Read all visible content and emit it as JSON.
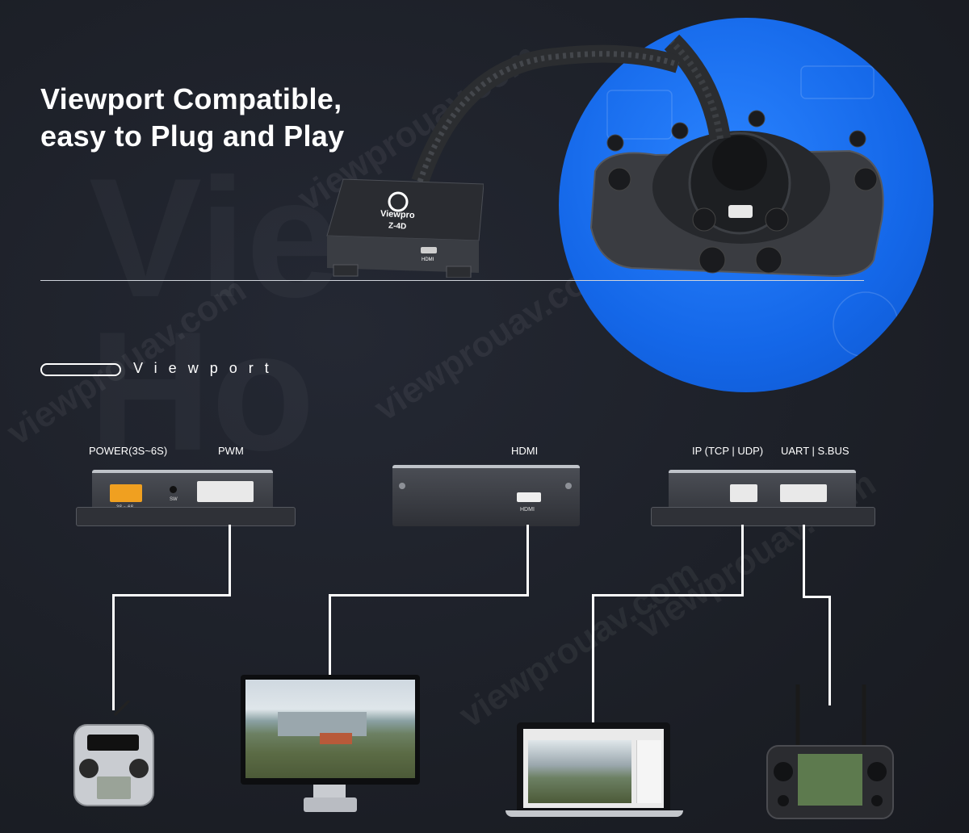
{
  "headline": {
    "line1": "Viewport Compatible,",
    "line2": "easy to Plug and Play"
  },
  "brand": "Viewport",
  "device": {
    "brand": "Viewpro",
    "model": "Z-4D",
    "port_label": "HDMI"
  },
  "ports": {
    "power": "POWER(3S~6S)",
    "pwm": "PWM",
    "hdmi": "HDMI",
    "ip": "IP (TCP | UDP)",
    "uart": "UART | S.BUS"
  },
  "panel_marks": {
    "power_pins": "3S ~ 6S",
    "sw": "SW",
    "hdmi": "HDMI"
  },
  "watermark": "viewprouav.com",
  "colors": {
    "background": "#1d2028",
    "accent_blue": "#1166e6",
    "line": "#ffffff"
  }
}
